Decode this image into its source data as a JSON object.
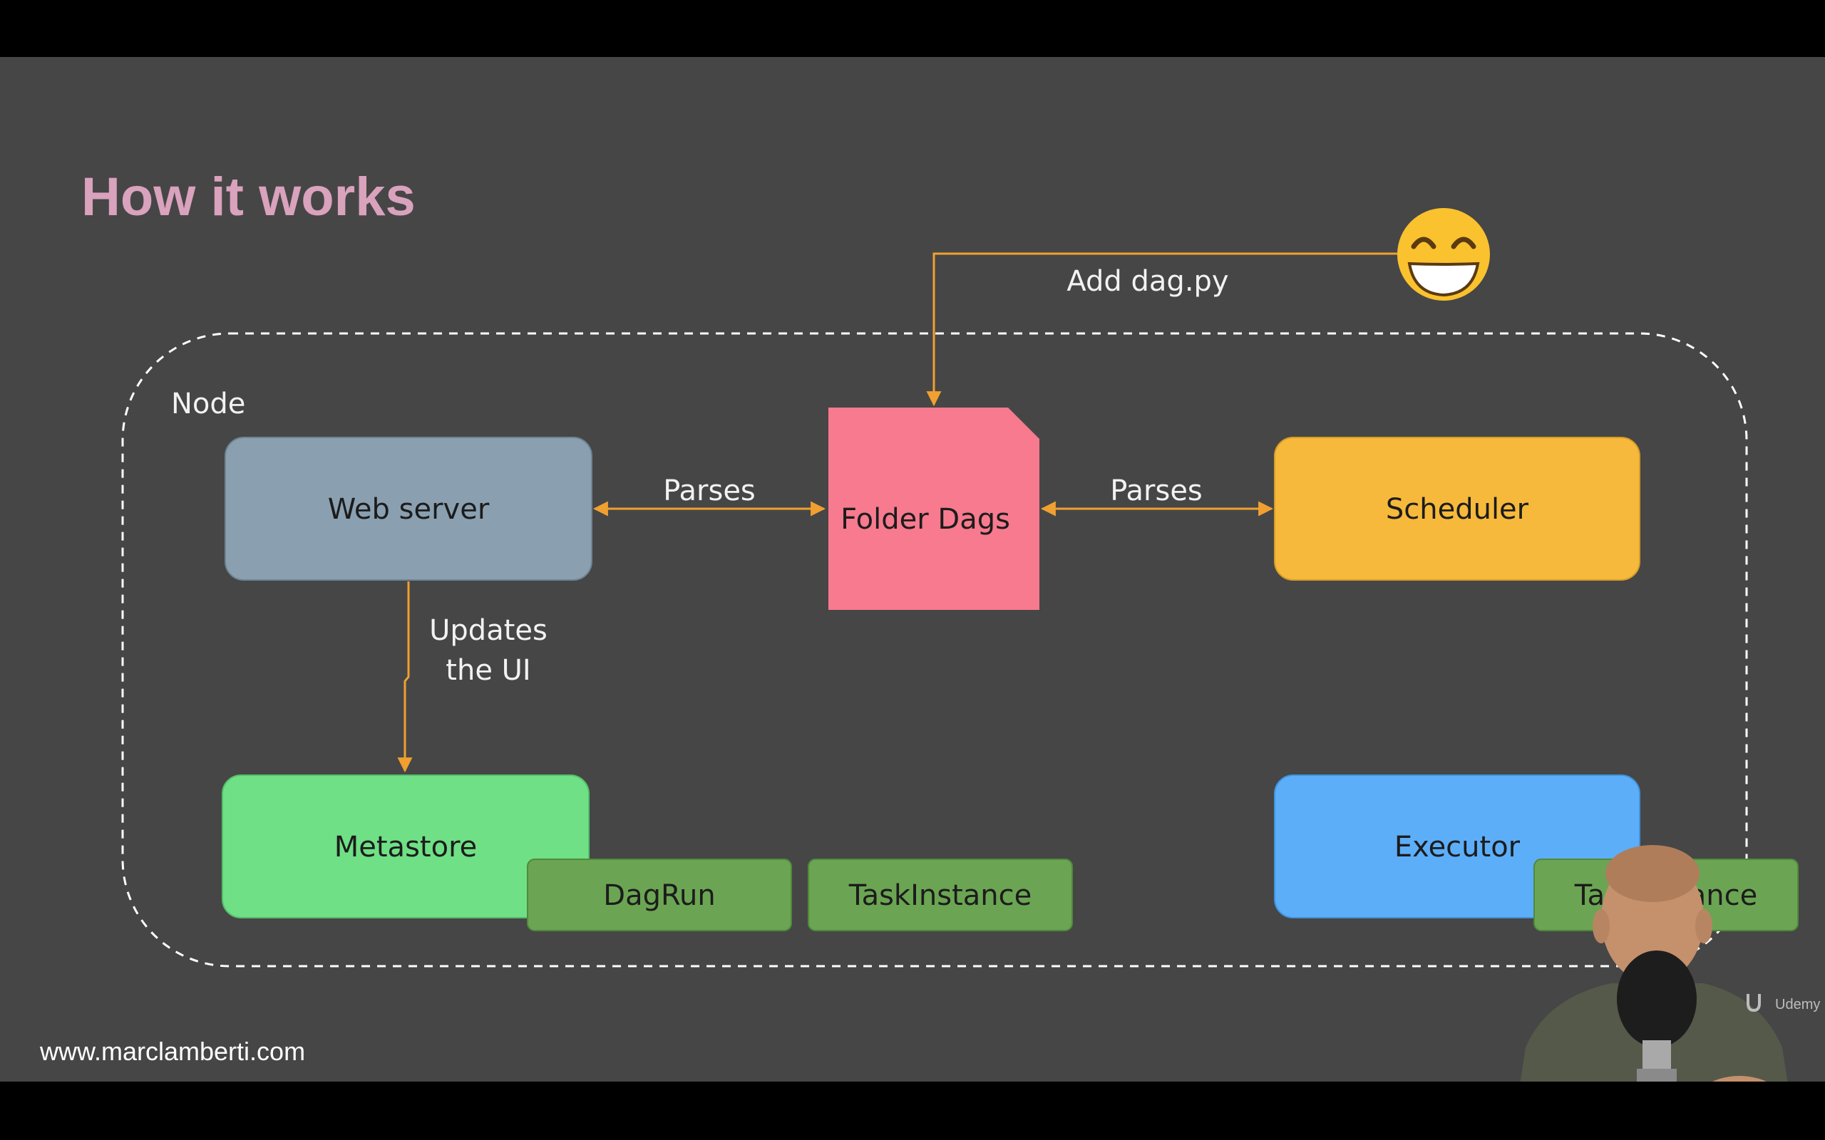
{
  "slide": {
    "title": "How it works",
    "footer_url": "www.marclamberti.com",
    "brand": "Udemy"
  },
  "diagram": {
    "container_label": "Node",
    "nodes": {
      "web_server": "Web server",
      "folder_dags": "Folder Dags",
      "scheduler": "Scheduler",
      "metastore": "Metastore",
      "executor": "Executor",
      "dagrun": "DagRun",
      "taskinstance": "TaskInstance",
      "taskinstance_executor": "TaskInstance"
    },
    "edges": {
      "add_dag": "Add dag.py",
      "parses_left": "Parses",
      "parses_right": "Parses",
      "updates_line1": "Updates",
      "updates_line2": "the UI"
    },
    "emoji": "grinning-face-icon",
    "colors": {
      "background": "#464646",
      "title": "#d9a2bd",
      "arrow": "#f0a030",
      "web_server": "#8aa0b0",
      "folder_dags": "#f77a8e",
      "scheduler": "#f6b93b",
      "metastore": "#6fe085",
      "executor": "#5daef8",
      "model_box": "#6ba553"
    }
  }
}
